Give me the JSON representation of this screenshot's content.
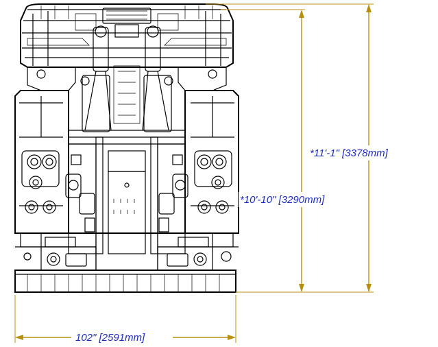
{
  "dimensions": {
    "overall_height": "*11'-1\" [3378mm]",
    "inner_height": "*10'-10\" [3290mm]",
    "width": "102\" [2591mm]"
  },
  "colors": {
    "dimension_line": "#b8900f",
    "dimension_text": "#1f2bbf",
    "linework": "#000000"
  }
}
